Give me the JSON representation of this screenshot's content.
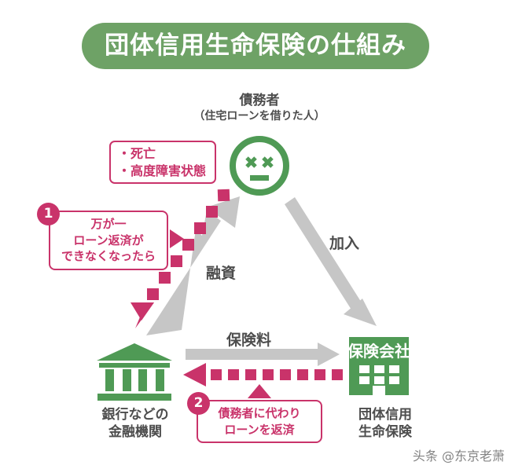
{
  "title": {
    "text": "団体信用生命保険の仕組み",
    "background_color": "#6ea266",
    "text_color": "#ffffff"
  },
  "colors": {
    "green": "#4f9a55",
    "banner_green": "#6ea266",
    "pink": "#c9336a",
    "gray_arrow": "#c6c6c6",
    "text": "#4d4d4d"
  },
  "nodes": {
    "debtor": {
      "caption_line1": "債務者",
      "caption_line2": "（住宅ローンを借りた人）",
      "icon": "dead-face-icon"
    },
    "bank": {
      "caption_line1": "銀行などの",
      "caption_line2": "金融機関",
      "icon": "bank-building-icon"
    },
    "insurer": {
      "building_label": "保険会社",
      "caption_line1": "団体信用",
      "caption_line2": "生命保険",
      "icon": "office-building-icon"
    }
  },
  "condition_box": {
    "line1": "・死亡",
    "line2": "・高度障害状態"
  },
  "callouts": [
    {
      "number": "1",
      "line1": "万が一",
      "line2": "ローン返済が",
      "line3": "できなくなったら"
    },
    {
      "number": "2",
      "line1": "債務者に代わり",
      "line2": "ローンを返済"
    }
  ],
  "flows": {
    "loan": "融資",
    "join": "加入",
    "premium": "保険料"
  },
  "watermark": "头条 @东京老萧"
}
